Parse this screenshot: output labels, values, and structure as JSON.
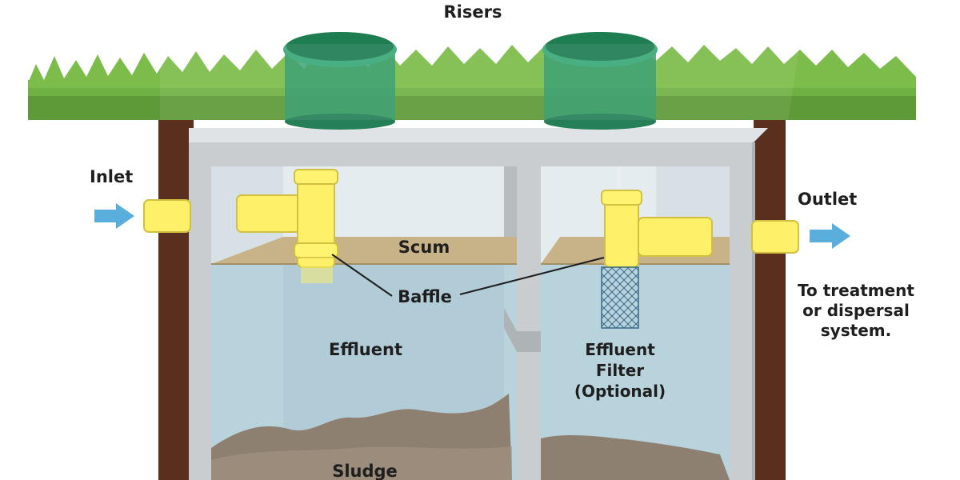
{
  "labels": {
    "risers": "Risers",
    "inlet": "Inlet",
    "outlet": "Outlet",
    "scum": "Scum",
    "baffle": "Baffle",
    "effluent": "Effluent",
    "effluent_filter": [
      "Effluent",
      "Filter",
      "(Optional)"
    ],
    "destination": [
      "To treatment",
      "or dispersal",
      "system."
    ],
    "sludge": "Sludge"
  },
  "colors": {
    "grass": "#6fb043",
    "soil": "#5a2f1d",
    "concrete": "#c9cdd0",
    "water": "#b9d3dd",
    "scum": "#c8b389",
    "sludge": "#8e8070",
    "pipe": "#fff06a",
    "riser": "#2f9a6a",
    "flow_arrow": "#5aaedc"
  }
}
